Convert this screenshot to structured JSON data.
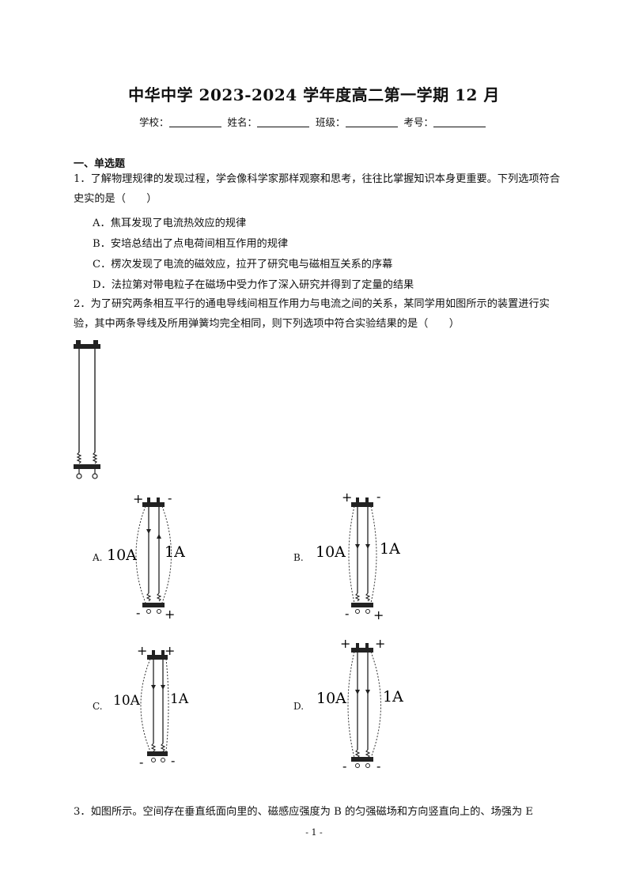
{
  "title": "中华中学 2023-2024 学年度高二第一学期 12 月",
  "info": {
    "school": "学校：",
    "name": "姓名：",
    "class": "班级：",
    "exam_no": "考号："
  },
  "section": "一、单选题",
  "q1": {
    "text": "1．了解物理规律的发现过程，学会像科学家那样观察和思考，往往比掌握知识本身更重要。下列选项符合史实的是（　　）",
    "options": [
      "A．焦耳发现了电流热效应的规律",
      "B．安培总结出了点电荷间相互作用的规律",
      "C．楞次发现了电流的磁效应，拉开了研究电与磁相互关系的序幕",
      "D．法拉第对带电粒子在磁场中受力作了深入研究并得到了定量的结果"
    ]
  },
  "q2": {
    "text": "2．为了研究两条相互平行的通电导线间相互作用力与电流之间的关系，某同学用如图所示的装置进行实验，其中两条导线及所用弹簧均完全相同，则下列选项中符合实验结果的是（　　）",
    "options": {
      "a": {
        "label": "A.",
        "left_current": "10A",
        "right_current": "1A",
        "top_left_sign": "+",
        "top_right_sign": "-",
        "bottom_left_sign": "-",
        "bottom_right_sign": "+"
      },
      "b": {
        "label": "B.",
        "left_current": "10A",
        "right_current": "1A",
        "top_left_sign": "+",
        "top_right_sign": "-",
        "bottom_left_sign": "-",
        "bottom_right_sign": "+"
      },
      "c": {
        "label": "C.",
        "left_current": "10A",
        "right_current": "1A",
        "top_left_sign": "+",
        "top_right_sign": "+",
        "bottom_left_sign": "-",
        "bottom_right_sign": "-"
      },
      "d": {
        "label": "D.",
        "left_current": "10A",
        "right_current": "1A",
        "top_left_sign": "+",
        "top_right_sign": "+",
        "bottom_left_sign": "-",
        "bottom_right_sign": "-"
      }
    }
  },
  "q3": {
    "text": "3．如图所示。空间存在垂直纸面向里的、磁感应强度为 B 的匀强磁场和方向竖直向上的、场强为 E"
  },
  "footer": "- 1 -"
}
